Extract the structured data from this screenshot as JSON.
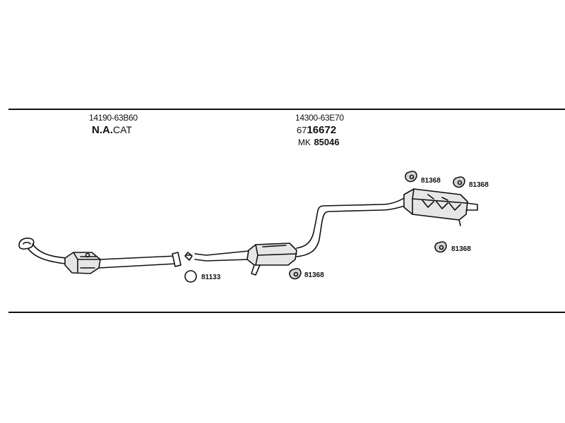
{
  "group1": {
    "part_number": "14190-63B60",
    "name_bold": "N.A.",
    "name_rest": "CAT"
  },
  "group2": {
    "part_number": "14300-63E70",
    "code_prefix": "67",
    "code_main": "16672",
    "mk_prefix": "MK",
    "mk_main": "85046"
  },
  "refs": {
    "gasket": "81133",
    "hanger_a": "81368",
    "hanger_b": "81368",
    "hanger_c": "81368",
    "hanger_d": "81368"
  }
}
